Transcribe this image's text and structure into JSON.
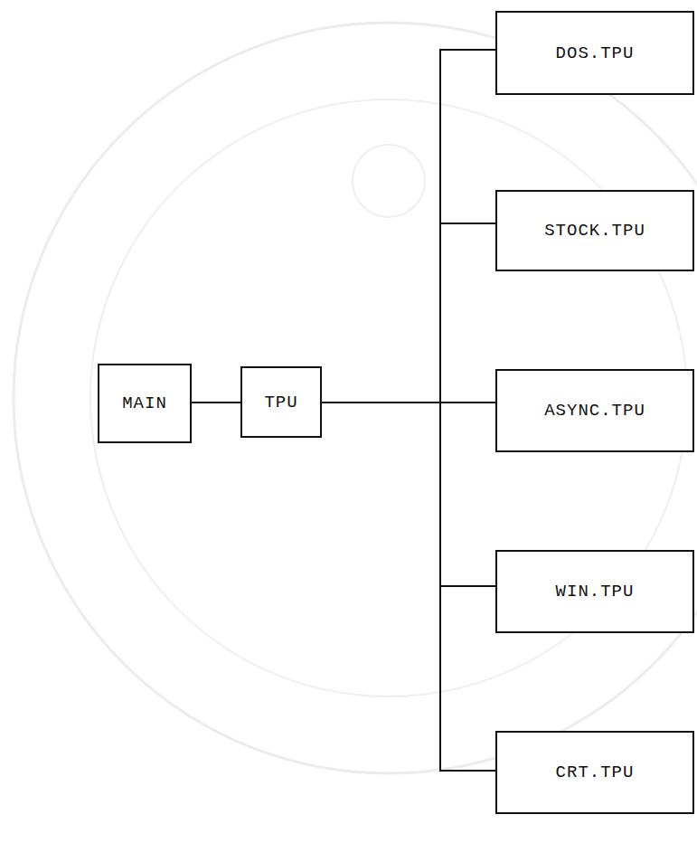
{
  "diagram": {
    "nodes": [
      {
        "text": [
          "MAIN"
        ]
      },
      {
        "text": [
          "TPU"
        ]
      },
      {
        "text": [
          "DOS.TPU"
        ]
      },
      {
        "text": [
          "STOCK.TPU"
        ]
      },
      {
        "text": [
          "ASYNC.TPU"
        ]
      },
      {
        "text": [
          "WIN.TPU"
        ]
      },
      {
        "text": [
          "CRT.TPU"
        ]
      }
    ],
    "edges": [
      {
        "from": 0,
        "to": 1,
        "arrow": "none"
      },
      {
        "from": 1,
        "to": 2,
        "arrow": "none"
      },
      {
        "from": 1,
        "to": 3,
        "arrow": "none"
      },
      {
        "from": 1,
        "to": 4,
        "arrow": "none"
      },
      {
        "from": 1,
        "to": 5,
        "arrow": "none"
      },
      {
        "from": 1,
        "to": 6,
        "arrow": "none"
      }
    ]
  }
}
